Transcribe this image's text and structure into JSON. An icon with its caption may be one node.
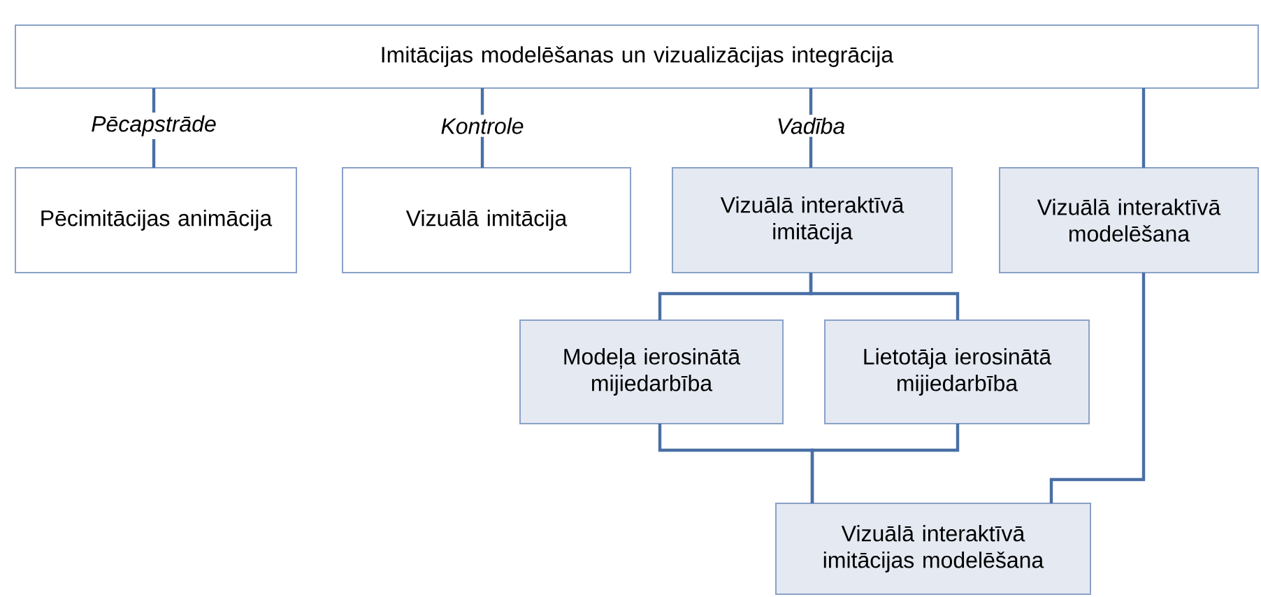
{
  "diagram": {
    "nodes": [
      {
        "text": [
          "Imitācijas modelēšanas un vizualizācijas integrācija"
        ]
      },
      {
        "text": [
          "Pēcimitācijas animācija"
        ]
      },
      {
        "text": [
          "Vizuālā imitācija"
        ]
      },
      {
        "text": [
          "Vizuālā interaktīvā imitācija"
        ]
      },
      {
        "text": [
          "Vizuālā interaktīvā modelēšana"
        ]
      },
      {
        "text": [
          "Modeļa ierosinātā mijiedarbība"
        ]
      },
      {
        "text": [
          "Lietotāja ierosinātā mijiedarbība"
        ]
      },
      {
        "text": [
          "Vizuālā interaktīvā imitācijas modelēšana"
        ]
      }
    ],
    "edges": [
      {
        "from": 0,
        "to": 1,
        "arrow": "none",
        "label": "Pēcapstrāde"
      },
      {
        "from": 0,
        "to": 2,
        "arrow": "none",
        "label": "Kontrole"
      },
      {
        "from": 0,
        "to": 3,
        "arrow": "none",
        "label": "Vadība"
      },
      {
        "from": 0,
        "to": 4,
        "arrow": "none"
      },
      {
        "from": 3,
        "to": 5,
        "arrow": "none"
      },
      {
        "from": 3,
        "to": 6,
        "arrow": "none"
      },
      {
        "from": 5,
        "to": 7,
        "arrow": "none"
      },
      {
        "from": 6,
        "to": 7,
        "arrow": "none"
      },
      {
        "from": 4,
        "to": 7,
        "arrow": "none"
      }
    ]
  }
}
